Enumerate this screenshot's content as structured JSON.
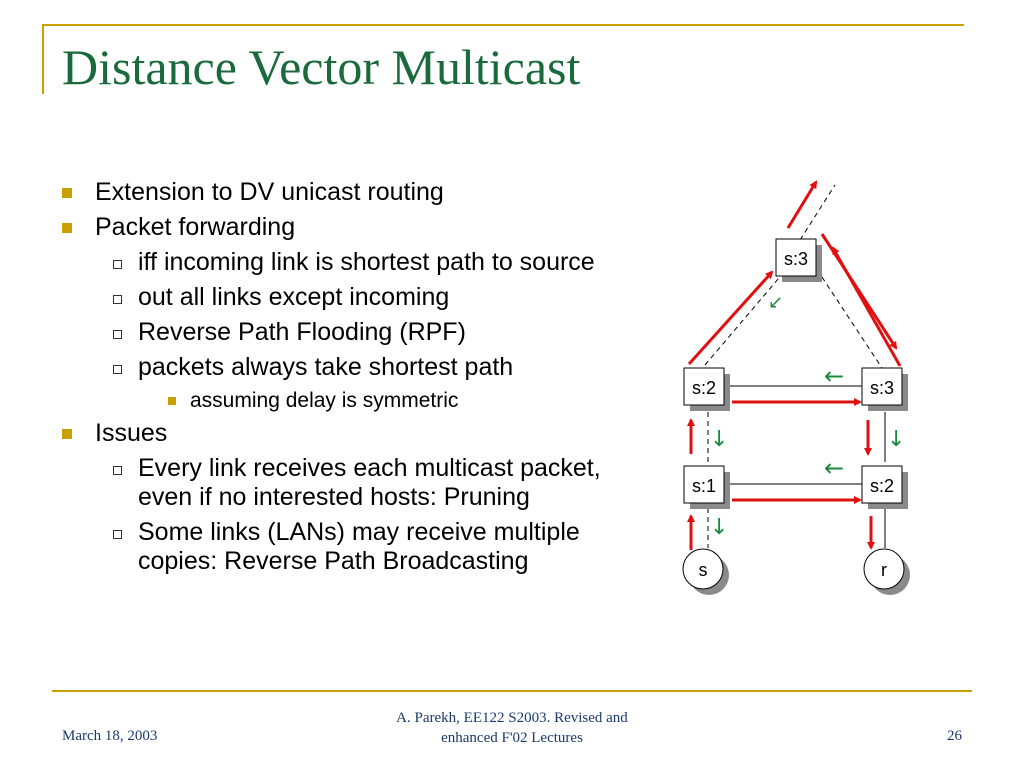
{
  "slide": {
    "title": "Distance Vector Multicast",
    "bullets": [
      {
        "level": 1,
        "text": "Extension to DV unicast routing"
      },
      {
        "level": 1,
        "text": "Packet forwarding"
      },
      {
        "level": 2,
        "text": "iff incoming link is shortest path to source"
      },
      {
        "level": 2,
        "text": "out all links except incoming"
      },
      {
        "level": 2,
        "text": "Reverse Path Flooding (RPF)"
      },
      {
        "level": 2,
        "text": "packets always take shortest path"
      },
      {
        "level": 3,
        "text": "assuming delay is symmetric"
      },
      {
        "level": 1,
        "text": "Issues"
      },
      {
        "level": 2,
        "text": "Every link receives each multicast packet, even if no interested hosts: Pruning"
      },
      {
        "level": 2,
        "text": "Some links (LANs) may receive multiple copies: Reverse Path Broadcasting"
      }
    ]
  },
  "diagram": {
    "nodes": {
      "top": "s:3",
      "left_mid": "s:2",
      "right_mid": "s:3",
      "left_low": "s:1",
      "right_low": "s:2",
      "source": "s",
      "receiver": "r"
    },
    "colors": {
      "flood_arrow": "#e01010",
      "tree_arrow": "#1a8a3a",
      "link": "#000000"
    },
    "arrow_glyphs": {
      "left": "←",
      "down": "↓",
      "down_left": "↙"
    }
  },
  "footer": {
    "date": "March 18, 2003",
    "credit_line1": "A. Parekh, EE122 S2003. Revised and",
    "credit_line2": "enhanced  F'02 Lectures",
    "page": "26"
  }
}
